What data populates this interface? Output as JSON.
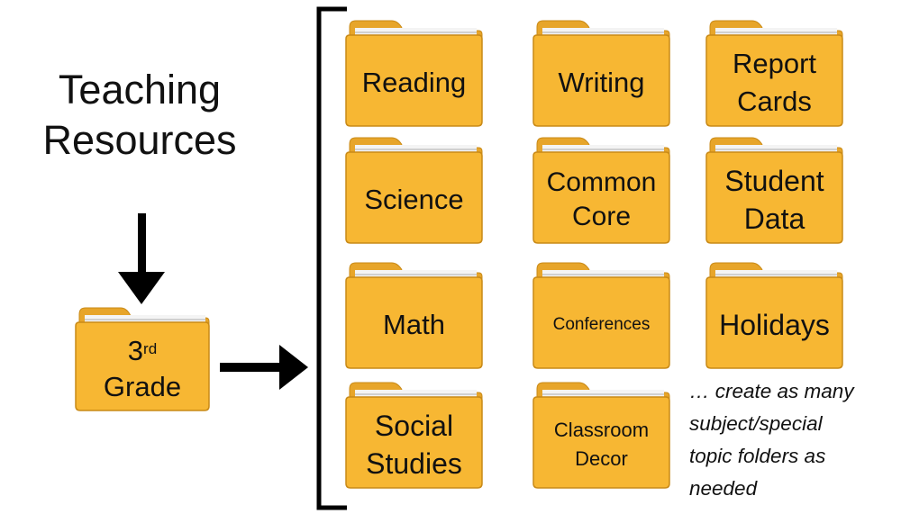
{
  "title": {
    "line1": "Teaching",
    "line2": "Resources"
  },
  "grade_folder": {
    "ordinal": "3",
    "suffix": "rd",
    "word": "Grade"
  },
  "folders": [
    {
      "lines": [
        "Reading"
      ]
    },
    {
      "lines": [
        "Writing"
      ]
    },
    {
      "lines": [
        "Report",
        "Cards"
      ]
    },
    {
      "lines": [
        "Science"
      ]
    },
    {
      "lines": [
        "Common",
        "Core"
      ]
    },
    {
      "lines": [
        "Student",
        "Data"
      ]
    },
    {
      "lines": [
        "Math"
      ]
    },
    {
      "lines": [
        "Conferences"
      ]
    },
    {
      "lines": [
        "Holidays"
      ]
    },
    {
      "lines": [
        "Social",
        "Studies"
      ]
    },
    {
      "lines": [
        "Classroom",
        "Decor"
      ]
    }
  ],
  "note": {
    "lines": [
      "… create as many",
      "subject/special",
      "topic folders as",
      "needed"
    ]
  },
  "colors": {
    "folder_face": "#f7b733",
    "folder_edge": "#c98a17",
    "ink": "#111111"
  }
}
